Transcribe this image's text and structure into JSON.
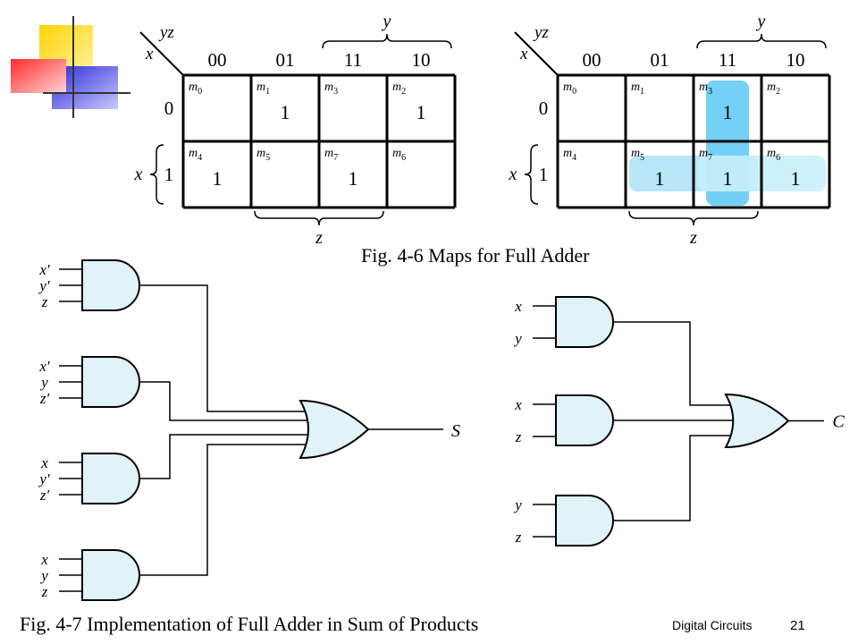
{
  "kmaps": [
    {
      "id": "sum",
      "col_var": "yz",
      "row_var": "x",
      "col_headers": [
        "00",
        "01",
        "11",
        "10"
      ],
      "row_headers": [
        "0",
        "1"
      ],
      "brace_top": "y",
      "brace_left": "x",
      "brace_bottom": "z",
      "cells": [
        [
          {
            "m": "m",
            "sub": "0",
            "val": ""
          },
          {
            "m": "m",
            "sub": "1",
            "val": "1"
          },
          {
            "m": "m",
            "sub": "3",
            "val": ""
          },
          {
            "m": "m",
            "sub": "2",
            "val": "1"
          }
        ],
        [
          {
            "m": "m",
            "sub": "4",
            "val": "1"
          },
          {
            "m": "m",
            "sub": "5",
            "val": ""
          },
          {
            "m": "m",
            "sub": "7",
            "val": "1"
          },
          {
            "m": "m",
            "sub": "6",
            "val": ""
          }
        ]
      ],
      "groups": []
    },
    {
      "id": "carry",
      "col_var": "yz",
      "row_var": "x",
      "col_headers": [
        "00",
        "01",
        "11",
        "10"
      ],
      "row_headers": [
        "0",
        "1"
      ],
      "brace_top": "y",
      "brace_left": "x",
      "brace_bottom": "z",
      "cells": [
        [
          {
            "m": "m",
            "sub": "0",
            "val": ""
          },
          {
            "m": "m",
            "sub": "1",
            "val": ""
          },
          {
            "m": "m",
            "sub": "3",
            "val": "1"
          },
          {
            "m": "m",
            "sub": "2",
            "val": ""
          }
        ],
        [
          {
            "m": "m",
            "sub": "4",
            "val": ""
          },
          {
            "m": "m",
            "sub": "5",
            "val": "1"
          },
          {
            "m": "m",
            "sub": "7",
            "val": "1"
          },
          {
            "m": "m",
            "sub": "6",
            "val": "1"
          }
        ]
      ],
      "groups": [
        {
          "cells": [
            "m3",
            "m7"
          ],
          "color": "#5cc8f5"
        },
        {
          "cells": [
            "m5",
            "m7"
          ],
          "color": "#a9e2f7"
        },
        {
          "cells": [
            "m7",
            "m6"
          ],
          "color": "#c6eefa"
        }
      ]
    }
  ],
  "fig46_caption": "Fig. 4-6  Maps for Full Adder",
  "sum_circuit": {
    "gates": [
      {
        "inputs": [
          "x′",
          "y′",
          "z"
        ]
      },
      {
        "inputs": [
          "x′",
          "y",
          "z′"
        ]
      },
      {
        "inputs": [
          "x",
          "y′",
          "z′"
        ]
      },
      {
        "inputs": [
          "x",
          "y",
          "z"
        ]
      }
    ],
    "output": "S"
  },
  "carry_circuit": {
    "gates": [
      {
        "inputs": [
          "x",
          "y"
        ]
      },
      {
        "inputs": [
          "x",
          "z"
        ]
      },
      {
        "inputs": [
          "y",
          "z"
        ]
      }
    ],
    "output": "C"
  },
  "fig47_caption": "Fig. 4-7   Implementation of Full Adder in Sum of Products",
  "footer_label": "Digital Circuits",
  "page_number": "21",
  "colors": {
    "gate_fill": "#dff3f9",
    "stroke": "#000000",
    "deco_yellow": "#ffcc00",
    "deco_red": "#ff3333",
    "deco_blue": "#3333cc"
  }
}
